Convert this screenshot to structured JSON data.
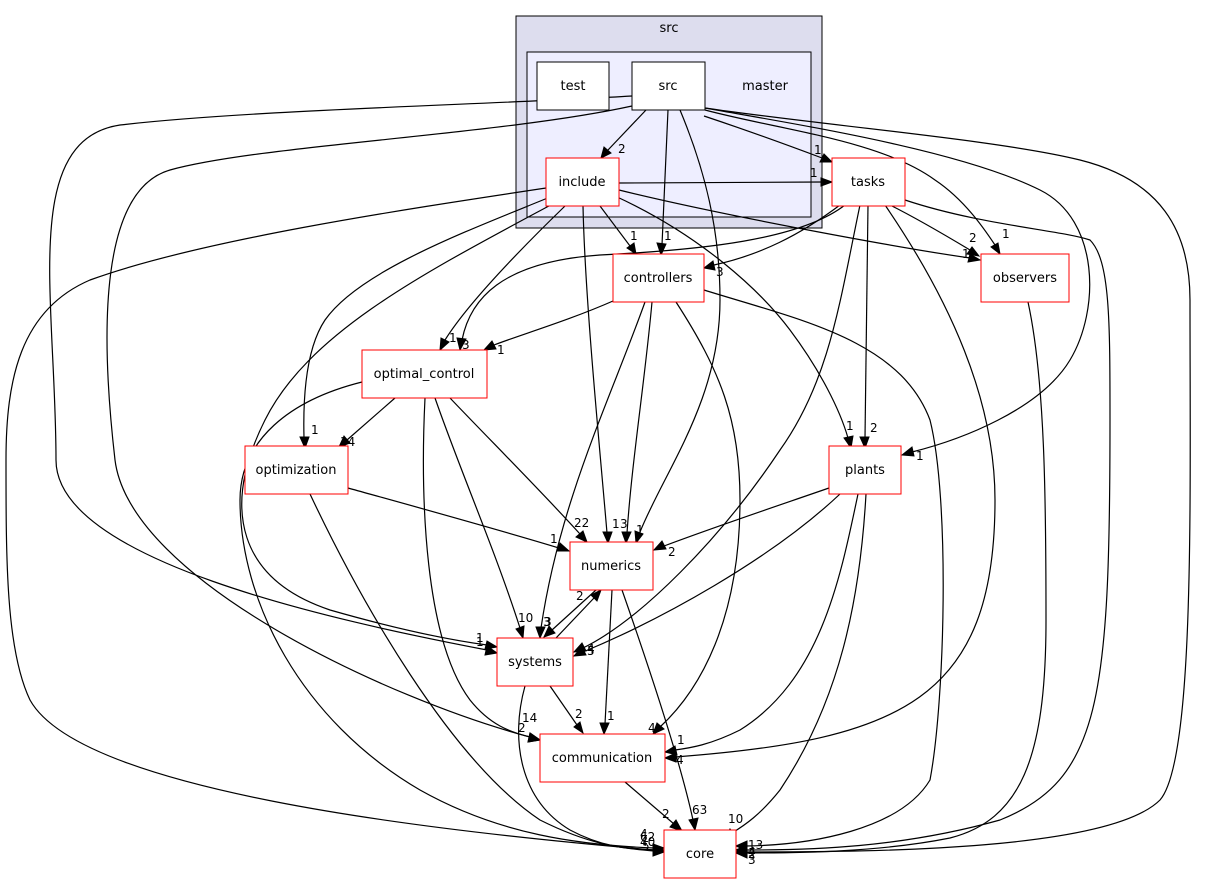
{
  "clusters": {
    "outer_label": "src",
    "inner_label": "master"
  },
  "nodes": {
    "test": "test",
    "src": "src",
    "include": "include",
    "tasks": "tasks",
    "controllers": "controllers",
    "observers": "observers",
    "optimal_control": "optimal_control",
    "optimization": "optimization",
    "plants": "plants",
    "numerics": "numerics",
    "systems": "systems",
    "communication": "communication",
    "core": "core"
  },
  "edges": [
    {
      "from": "src",
      "to": "include",
      "label": "2"
    },
    {
      "from": "src",
      "to": "tasks",
      "label": "1"
    },
    {
      "from": "src",
      "to": "controllers",
      "label": "1"
    },
    {
      "from": "src",
      "to": "numerics",
      "label": "1"
    },
    {
      "from": "src",
      "to": "observers",
      "label": "1"
    },
    {
      "from": "src",
      "to": "plants",
      "label": "1"
    },
    {
      "from": "src",
      "to": "systems",
      "label": "1"
    },
    {
      "from": "src",
      "to": "communication",
      "label": "2"
    },
    {
      "from": "src",
      "to": "core",
      "label": "3"
    },
    {
      "from": "include",
      "to": "tasks",
      "label": "1"
    },
    {
      "from": "include",
      "to": "controllers",
      "label": "1"
    },
    {
      "from": "include",
      "to": "observers",
      "label": "1"
    },
    {
      "from": "include",
      "to": "optimal_control",
      "label": "1"
    },
    {
      "from": "include",
      "to": "optimization",
      "label": "1"
    },
    {
      "from": "include",
      "to": "plants",
      "label": "1"
    },
    {
      "from": "include",
      "to": "numerics",
      "label": "1"
    },
    {
      "from": "include",
      "to": "systems",
      "label": "1"
    },
    {
      "from": "include",
      "to": "core",
      "label": "4"
    },
    {
      "from": "tasks",
      "to": "controllers",
      "label": "3"
    },
    {
      "from": "tasks",
      "to": "observers",
      "label": "2"
    },
    {
      "from": "tasks",
      "to": "optimal_control",
      "label": "3"
    },
    {
      "from": "tasks",
      "to": "plants",
      "label": "2"
    },
    {
      "from": "tasks",
      "to": "systems",
      "label": "4"
    },
    {
      "from": "tasks",
      "to": "communication",
      "label": "4"
    },
    {
      "from": "tasks",
      "to": "core",
      "label": "2"
    },
    {
      "from": "controllers",
      "to": "optimal_control",
      "label": "1"
    },
    {
      "from": "controllers",
      "to": "numerics",
      "label": "3"
    },
    {
      "from": "controllers",
      "to": "systems",
      "label": "3"
    },
    {
      "from": "controllers",
      "to": "communication",
      "label": "4"
    },
    {
      "from": "controllers",
      "to": "core",
      "label": "13"
    },
    {
      "from": "observers",
      "to": "core",
      "label": "4"
    },
    {
      "from": "optimal_control",
      "to": "optimization",
      "label": "34"
    },
    {
      "from": "optimal_control",
      "to": "numerics",
      "label": "22"
    },
    {
      "from": "optimal_control",
      "to": "systems",
      "label": "10"
    },
    {
      "from": "optimal_control",
      "to": "communication",
      "label": "14"
    },
    {
      "from": "optimal_control",
      "to": "core",
      "label": "62"
    },
    {
      "from": "optimization",
      "to": "numerics",
      "label": "1"
    },
    {
      "from": "optimization",
      "to": "core",
      "label": "5"
    },
    {
      "from": "plants",
      "to": "numerics",
      "label": "2"
    },
    {
      "from": "plants",
      "to": "systems",
      "label": "5"
    },
    {
      "from": "plants",
      "to": "communication",
      "label": "1"
    },
    {
      "from": "plants",
      "to": "core",
      "label": "10"
    },
    {
      "from": "numerics",
      "to": "systems",
      "label": "3"
    },
    {
      "from": "systems",
      "to": "numerics",
      "label": "2"
    },
    {
      "from": "numerics",
      "to": "communication",
      "label": "1"
    },
    {
      "from": "numerics",
      "to": "core",
      "label": "63"
    },
    {
      "from": "systems",
      "to": "communication",
      "label": "2"
    },
    {
      "from": "systems",
      "to": "core",
      "label": "40"
    },
    {
      "from": "communication",
      "to": "core",
      "label": "2"
    }
  ]
}
